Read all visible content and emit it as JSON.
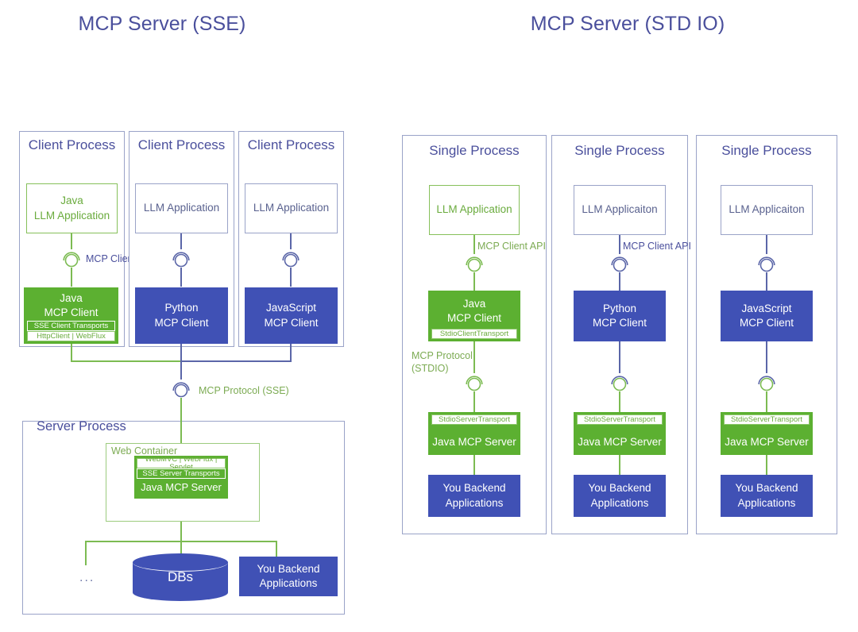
{
  "left": {
    "title": "MCP Server (SSE)",
    "client_processes": [
      {
        "label": "Client Process",
        "app": {
          "line1": "Java",
          "line2": "LLM Application",
          "style": "green"
        },
        "api_label": "MCP Client API",
        "client": {
          "line1": "Java",
          "line2": "MCP Client",
          "style": "green",
          "strip_filled": "SSE Client Transports",
          "strip_hollow": "HttpClient | WebFlux"
        }
      },
      {
        "label": "Client Process",
        "app": {
          "line1": "",
          "line2": "LLM Application",
          "style": "blue"
        },
        "client": {
          "line1": "Python",
          "line2": "MCP Client",
          "style": "blue"
        }
      },
      {
        "label": "Client Process",
        "app": {
          "line1": "",
          "line2": "LLM Application",
          "style": "blue"
        },
        "client": {
          "line1": "JavaScript",
          "line2": "MCP Client",
          "style": "blue"
        }
      }
    ],
    "protocol_label": "MCP Protocol (SSE)",
    "server": {
      "label": "Server Process",
      "web_container": "Web Container",
      "transports_hollow": "WebMVC | WebFlux | Servlet",
      "transports_filled": "SSE Server Transports",
      "server_name": "Java MCP Server",
      "ellipsis": "...",
      "db": "DBs",
      "backend": {
        "line1": "You Backend",
        "line2": "Applications"
      }
    }
  },
  "right": {
    "title": "MCP Server (STD IO)",
    "columns": [
      {
        "label": "Single Process",
        "app": "LLM Application",
        "app_style": "green",
        "api_label": "MCP Client API",
        "client": {
          "line1": "Java",
          "line2": "MCP Client",
          "style": "green",
          "strip": "StdioClientTransport"
        },
        "protocol_line1": "MCP Protocol",
        "protocol_line2": "(STDIO)",
        "server_strip": "StdioServerTransport",
        "server_name": "Java MCP Server",
        "backend": {
          "line1": "You Backend",
          "line2": "Applications"
        }
      },
      {
        "label": "Single Process",
        "app": "LLM Applicaiton",
        "app_style": "blue",
        "api_label": "MCP Client API",
        "client": {
          "line1": "Python",
          "line2": "MCP Client",
          "style": "blue"
        },
        "server_strip": "StdioServerTransport",
        "server_name": "Java MCP Server",
        "backend": {
          "line1": "You Backend",
          "line2": "Applications"
        }
      },
      {
        "label": "Single Process",
        "app": "LLM Applicaiton",
        "app_style": "blue",
        "client": {
          "line1": "JavaScript",
          "line2": "MCP Client",
          "style": "blue"
        },
        "server_strip": "StdioServerTransport",
        "server_name": "Java MCP Server",
        "backend": {
          "line1": "You Backend",
          "line2": "Applications"
        }
      }
    ]
  },
  "colors": {
    "green": "#5cb031",
    "green_line": "#7cbb52",
    "blue": "#4051b5",
    "blue_line": "#5b66a8",
    "title": "#4a4f9c",
    "border": "#9aa3c8"
  }
}
